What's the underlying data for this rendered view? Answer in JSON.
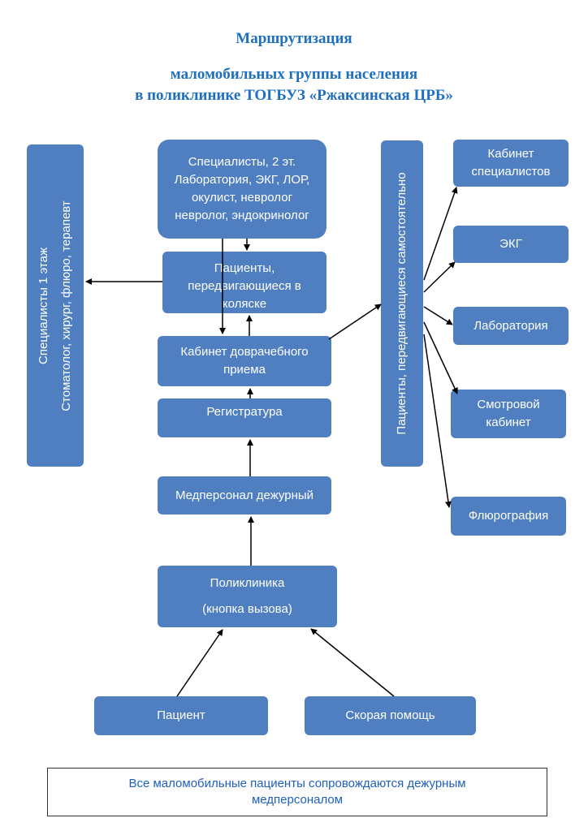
{
  "title": {
    "line1": "Маршрутизация",
    "line2": "маломобильных группы населения",
    "line3": "в поликлинике ТОГБУЗ «Ржаксинская ЦРБ»"
  },
  "left_column": {
    "line1": "Специалисты 1 этаж",
    "line2": "Стоматолог, хирург, флюро, терапевт"
  },
  "specialists_2nd": {
    "line1": "Специалисты, 2 эт.",
    "line2": "Лаборатория, ЭКГ, ЛОР,",
    "line3": "окулист, невролог",
    "line4": "невролог, эндокринолог"
  },
  "wheelchair": {
    "line1": "Пациенты,",
    "line2": "передвигающиеся в",
    "line3": "коляске"
  },
  "prevrach": {
    "line1": "Кабинет доврачебного",
    "line2": "приема"
  },
  "registry": "Регистратура",
  "medstaff": "Медперсонал дежурный",
  "polyclinic": {
    "line1": "Поликлиника",
    "line2": "(кнопка вызова)"
  },
  "patient": "Пациент",
  "ambulance": "Скорая помощь",
  "independent": "Пациенты, передвигающиеся самостоятельно",
  "right_boxes": {
    "specialists": {
      "line1": "Кабинет",
      "line2": "специалистов"
    },
    "ekg": "ЭКГ",
    "lab": "Лаборатория",
    "exam": {
      "line1": "Смотровой",
      "line2": "кабинет"
    },
    "fluoro": "Флюрография"
  },
  "note": {
    "line1": "Все маломобильные пациенты сопровождаются дежурным",
    "line2": "медперсоналом"
  }
}
